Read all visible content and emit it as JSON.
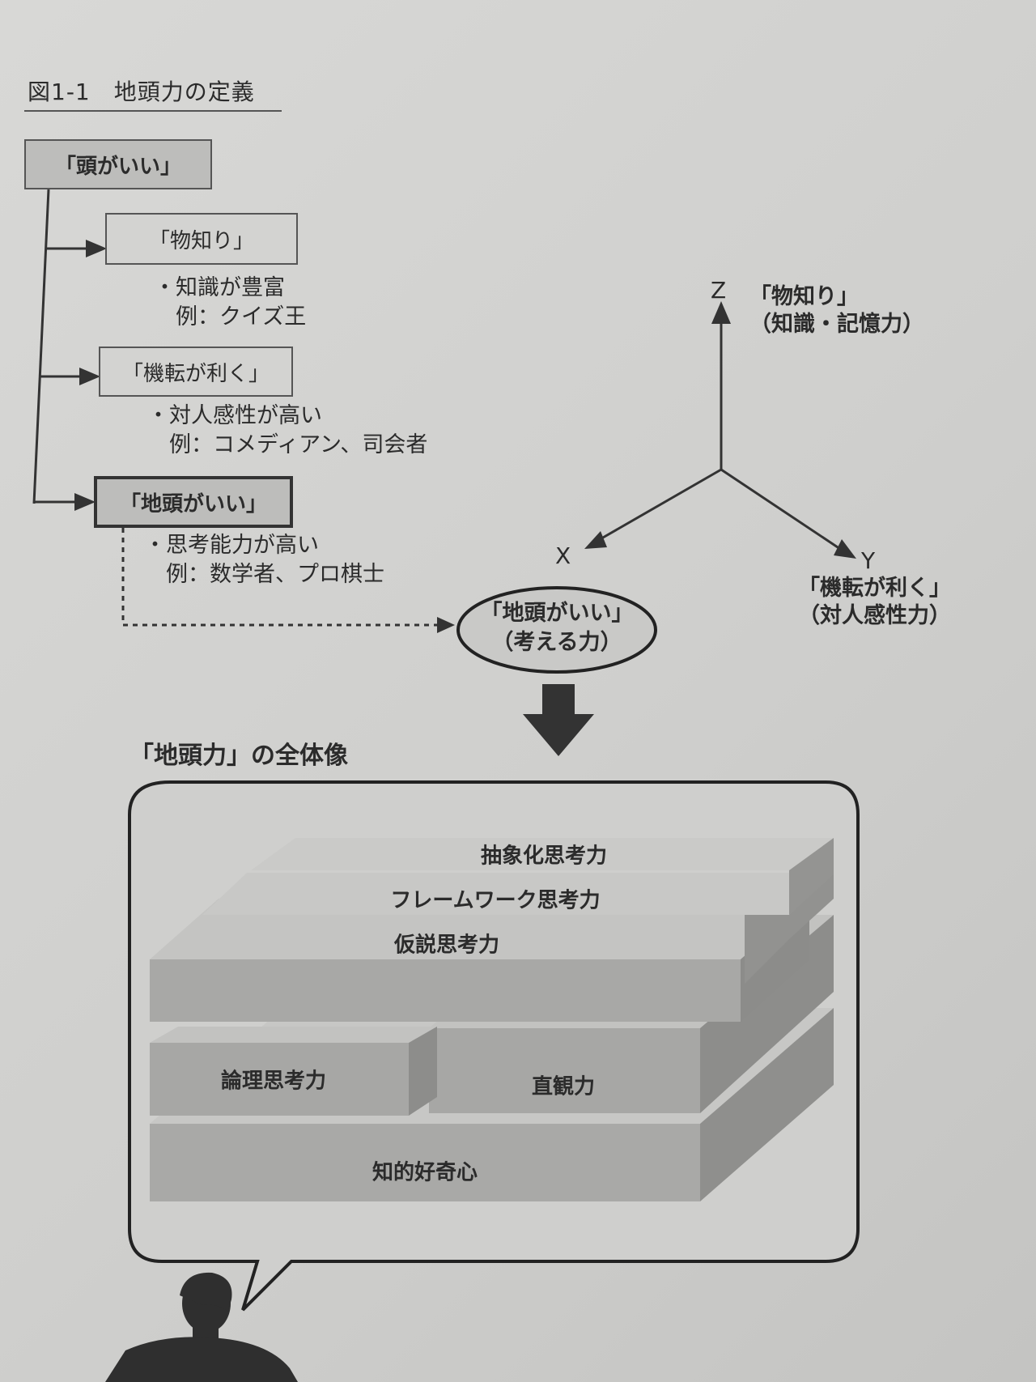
{
  "figure": {
    "title": "図1-1　地頭力の定義"
  },
  "tree": {
    "root": "「頭がいい」",
    "children": [
      {
        "label": "「物知り」",
        "note_line1": "・知識が豊富",
        "note_line2": "　例：クイズ王"
      },
      {
        "label": "「機転が利く」",
        "note_line1": "・対人感性が高い",
        "note_line2": "　例：コメディアン、司会者"
      },
      {
        "label": "「地頭がいい」",
        "note_line1": "・思考能力が高い",
        "note_line2": "　例：数学者、プロ棋士"
      }
    ]
  },
  "axes": {
    "z": {
      "letter": "Z",
      "label_line1": "「物知り」",
      "label_line2": "（知識・記憶力）"
    },
    "x": {
      "letter": "X"
    },
    "y": {
      "letter": "Y",
      "label_line1": "「機転が利く」",
      "label_line2": "（対人感性力）"
    }
  },
  "center_ellipse": {
    "line1": "「地頭がいい」",
    "line2": "（考える力）"
  },
  "overview": {
    "title": "「地頭力」の全体像",
    "layers": {
      "abstraction": "抽象化思考力",
      "framework": "フレームワーク思考力",
      "hypothesis": "仮説思考力",
      "logical": "論理思考力",
      "intuition": "直観力",
      "curiosity": "知的好奇心"
    }
  },
  "colors": {
    "box_fill": "#bdbdbb",
    "block_front": "#a9a9a7",
    "block_top": "#c7c7c5",
    "block_side": "#8f8f8d",
    "line": "#333333"
  }
}
